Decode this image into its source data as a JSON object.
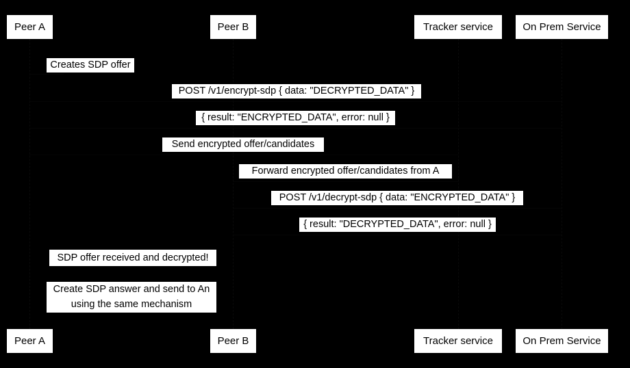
{
  "diagram": {
    "type": "sequence-diagram",
    "background_color": "#000000",
    "box_fill_color": "#ffffff",
    "text_color": "#000000",
    "participants": [
      {
        "id": "peer-a",
        "label": "Peer A"
      },
      {
        "id": "peer-b",
        "label": "Peer B"
      },
      {
        "id": "tracker-service",
        "label": "Tracker service"
      },
      {
        "id": "on-prem-service",
        "label": "On Prem Service"
      }
    ],
    "messages": [
      {
        "id": "m1",
        "label": "Creates SDP offer"
      },
      {
        "id": "m2",
        "label": "POST /v1/encrypt-sdp { data: \"DECRYPTED_DATA\" }"
      },
      {
        "id": "m3",
        "label": "{ result: \"ENCRYPTED_DATA\", error: null }"
      },
      {
        "id": "m4",
        "label": "Send encrypted offer/candidates"
      },
      {
        "id": "m5",
        "label": "Forward encrypted offer/candidates from A"
      },
      {
        "id": "m6",
        "label": "POST /v1/decrypt-sdp { data: \"ENCRYPTED_DATA\" }"
      },
      {
        "id": "m7",
        "label": "{ result: \"DECRYPTED_DATA\", error: null }"
      }
    ],
    "notes": [
      {
        "id": "n1",
        "label": "SDP offer received and decrypted!"
      },
      {
        "id": "n2",
        "line1": "Create SDP answer and send to An",
        "line2": "using the same mechanism"
      }
    ]
  }
}
